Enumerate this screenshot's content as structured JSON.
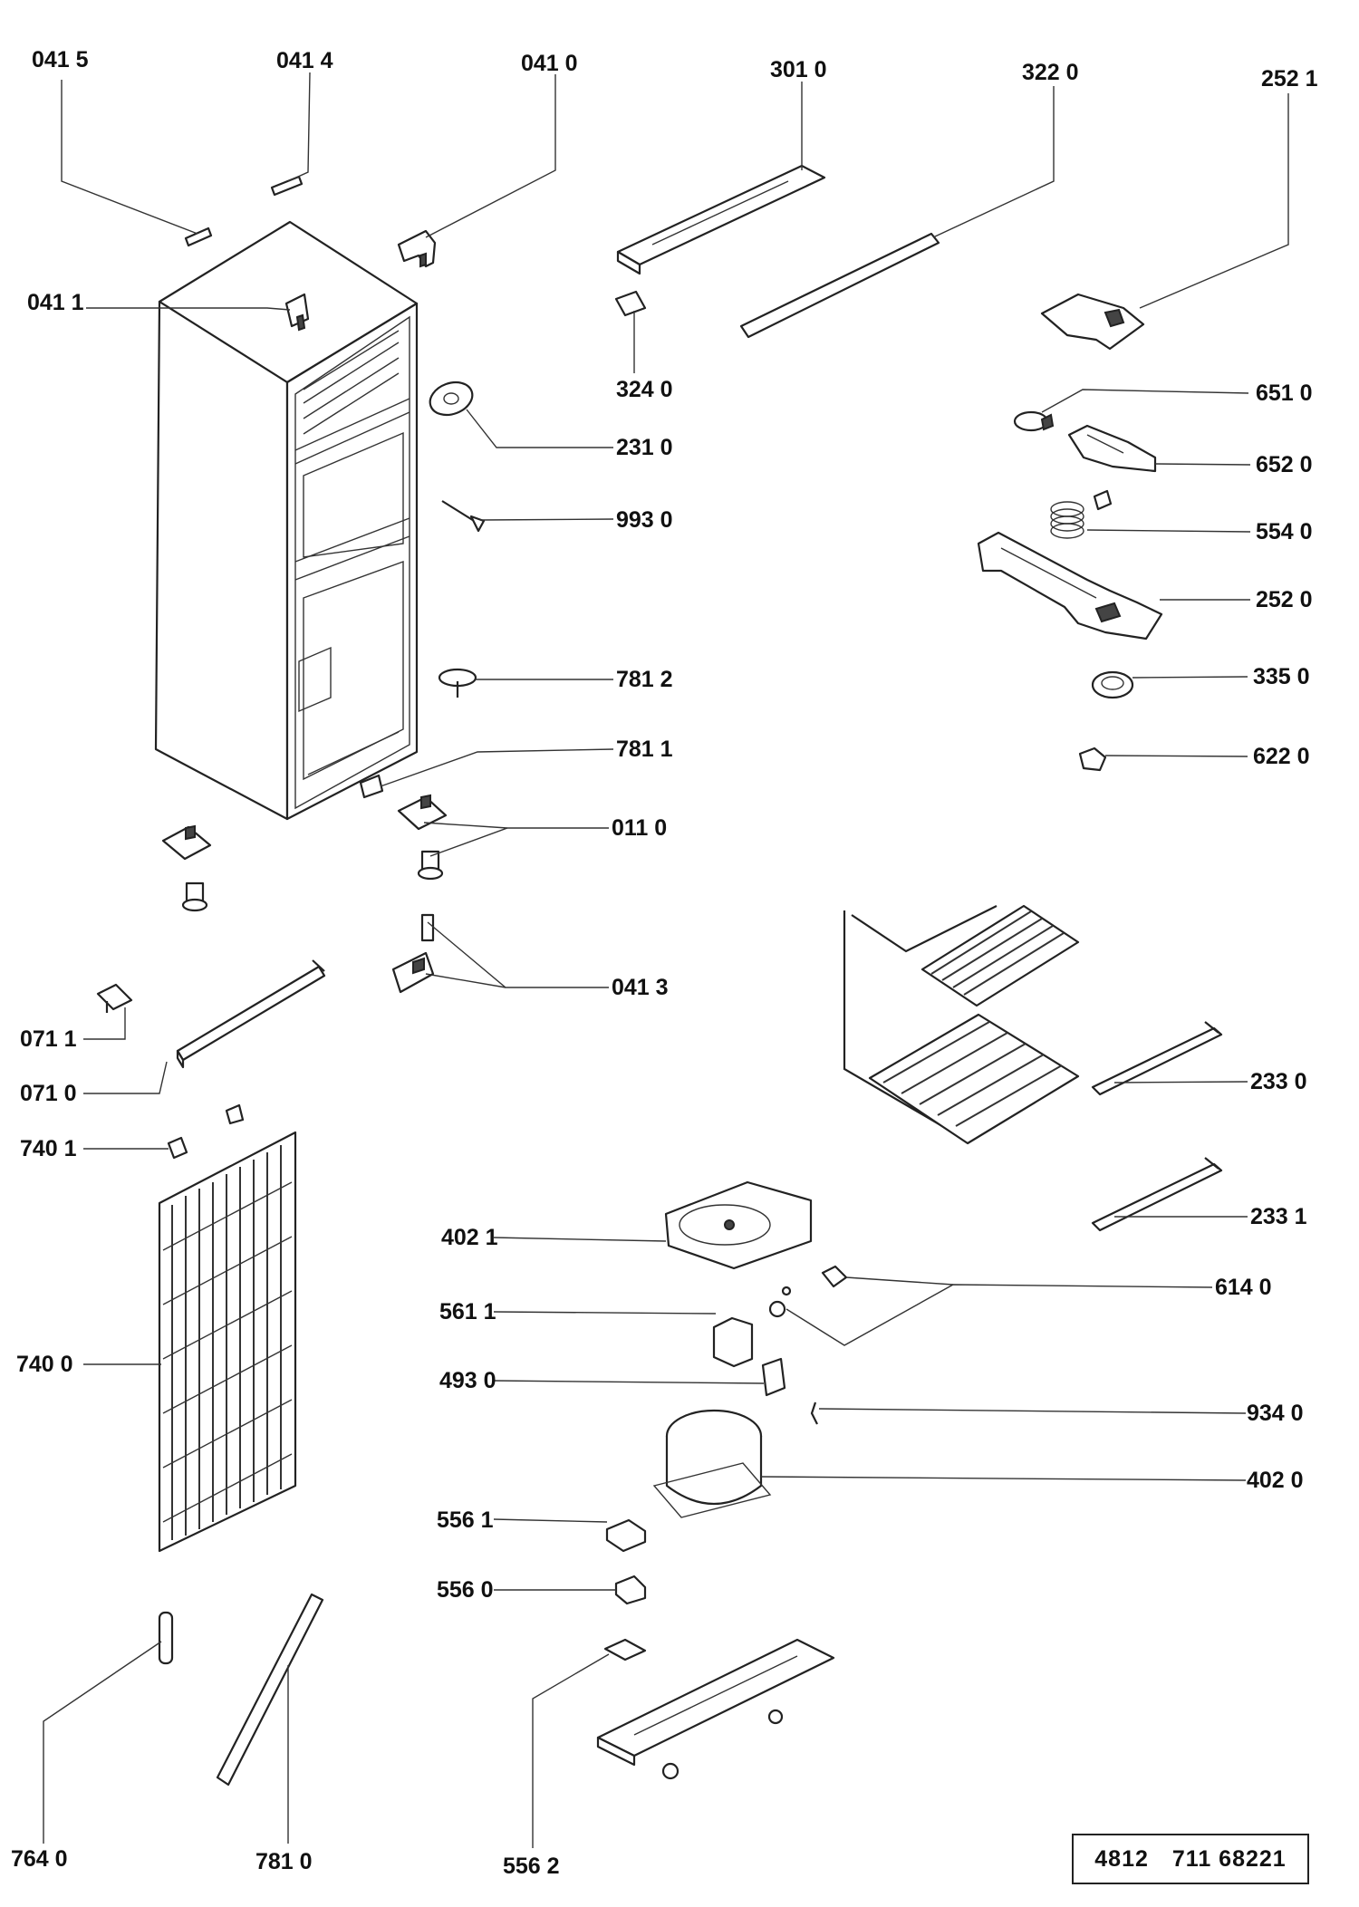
{
  "part_labels": {
    "p0415": "041 5",
    "p0414": "041 4",
    "p0410": "041 0",
    "p3010": "301 0",
    "p3220": "322 0",
    "p2521": "252 1",
    "p0411": "041 1",
    "p3240": "324 0",
    "p6510": "651 0",
    "p2310": "231 0",
    "p6520": "652 0",
    "p9930": "993 0",
    "p5540": "554 0",
    "p2520": "252 0",
    "p7812": "781 2",
    "p3350": "335 0",
    "p7811": "781 1",
    "p6220": "622 0",
    "p0110": "011 0",
    "p0413": "041 3",
    "p0711": "071 1",
    "p2330": "233 0",
    "p0710": "071 0",
    "p7401": "740 1",
    "p2331": "233 1",
    "p4021": "402 1",
    "p6140": "614 0",
    "p5611": "561 1",
    "p7400": "740 0",
    "p4930": "493 0",
    "p9340": "934 0",
    "p4020": "402 0",
    "p5561": "556 1",
    "p5560": "556 0",
    "p7640": "764 0",
    "p7810": "781 0",
    "p5562": "556 2"
  },
  "reference": {
    "left": "4812",
    "right": "711 68221"
  }
}
